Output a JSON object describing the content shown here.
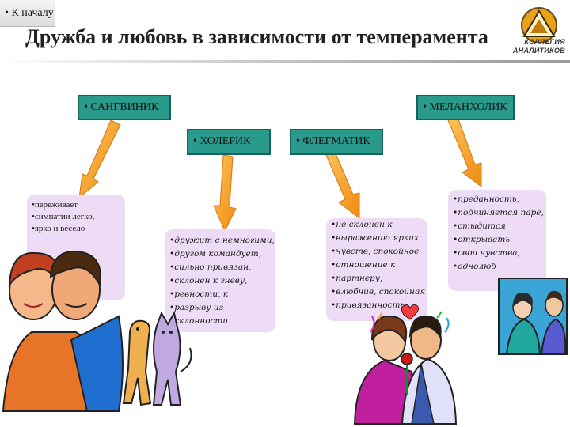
{
  "nav": {
    "home_label": "• К началу"
  },
  "header": {
    "title": "Дружба и любовь в зависимости от темперамента"
  },
  "logo": {
    "line1": "КОЛЛЕГИЯ",
    "line2": "АНАЛИТИКОВ"
  },
  "temperaments": [
    {
      "id": "sanguine",
      "label": "• САНГВИНИК",
      "traits": [
        "переживает",
        "симпатии легко,",
        "ярко и весело"
      ]
    },
    {
      "id": "choleric",
      "label": "• ХОЛЕРИК",
      "traits": [
        "дружит с немногими,",
        "другом командует,",
        "сильно привязан,",
        "склонен к гневу,",
        "ревности, к",
        "разрыву из",
        "склонности"
      ]
    },
    {
      "id": "phlegmatic",
      "label": "• ФЛЕГМАТИК",
      "traits": [
        "не склонен к",
        "выражению ярких",
        "чувств, спокойное",
        "отношение к",
        "партнеру,",
        "влюбчив, спокойная",
        "привязанность"
      ]
    },
    {
      "id": "melancholic",
      "label": "• МЕЛАНХОЛИК",
      "traits": [
        "преданность,",
        "подчиняется паре,",
        "стыдится",
        "открывать",
        "свои чувства,",
        "однолюб"
      ]
    }
  ],
  "colors": {
    "type_box": "#2a9a8c",
    "desc_box": "#eedcf6",
    "arrow": "#f5a623"
  }
}
